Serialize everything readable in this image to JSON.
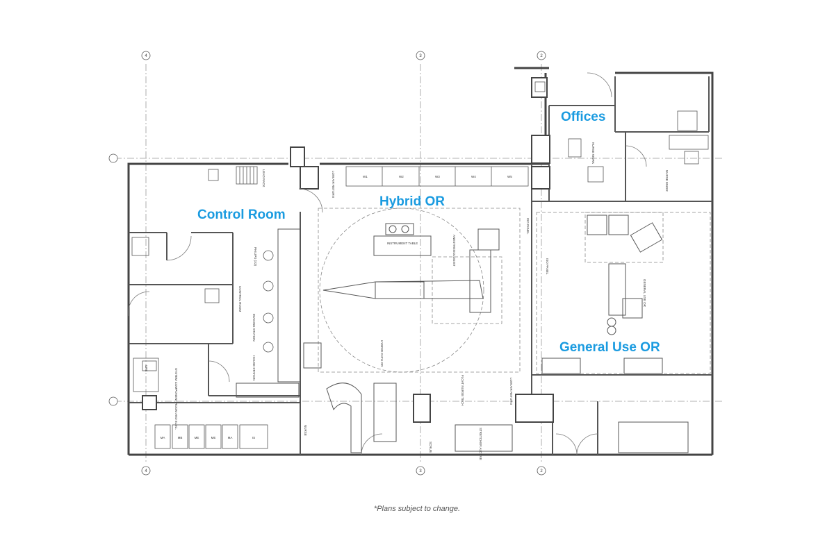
{
  "colors": {
    "label": "#1a9be0",
    "wall": "#444444",
    "line": "#555555",
    "footnote": "#555555"
  },
  "labels": {
    "offices": "Offices",
    "control_room": "Control Room",
    "hybrid_or": "Hybrid OR",
    "general_use_or": "General Use OR"
  },
  "grid_markers": [
    "4",
    "3",
    "2"
  ],
  "small_labels": {
    "nurse_work": "NURSE WORK",
    "nurse_mngr": "NURSE MNGR",
    "lead_rack": "LEAD RACK",
    "low_air_return": "LOW AIR RETURN",
    "wall_units": [
      "W1",
      "W2",
      "W3",
      "W4",
      "W5"
    ],
    "instrument_table": "INSTRUMENT TABLE",
    "anesthesiologist": "ANESTHESIOLOGIST",
    "philips": "PHILIPS (X3)",
    "control_room_tag": "CONTROL ROOM",
    "imaging_station": "IMAGING STATION",
    "house_station": "HOUSE STATION",
    "system_component": "SYSTEM COMPONENT ROOM AND ELEC.",
    "ups": "UPS",
    "hybrid_cath_or": "HYBRID CATH OR",
    "float_nurse": "FLOAT NURSE TECH",
    "stretcher_alcove": "STRETCHER ALCOVE",
    "scrub": "SCRUB",
    "nurse": "NURSE",
    "general_use_or_tag": "GENERAL USE OR",
    "iso_panel": "ISO PANEL",
    "storage": [
      "MA",
      "MB",
      "ME",
      "ME",
      "MA",
      "IS"
    ]
  },
  "footnote": "*Plans subject to change."
}
